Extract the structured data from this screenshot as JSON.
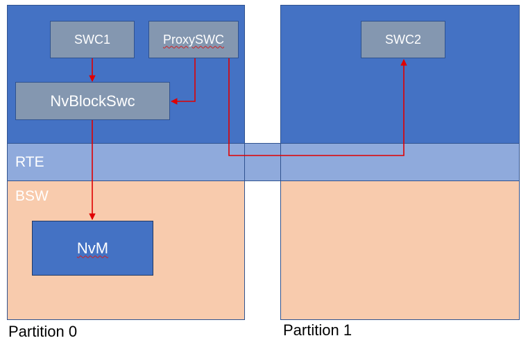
{
  "diagram": {
    "layers": {
      "rte": "RTE",
      "bsw": "BSW"
    },
    "components": {
      "swc1": "SWC1",
      "proxy_swc": "ProxySWC",
      "nv_block_swc": "NvBlockSwc",
      "nvm": "NvM",
      "swc2": "SWC2"
    },
    "partitions": {
      "p0": "Partition 0",
      "p1": "Partition 1"
    },
    "colors": {
      "app_region": "#4472c4",
      "rte_band": "#8faadc",
      "bsw_region": "#f8cbad",
      "component_box": "#8497b0",
      "arrow": "#e00000"
    }
  }
}
